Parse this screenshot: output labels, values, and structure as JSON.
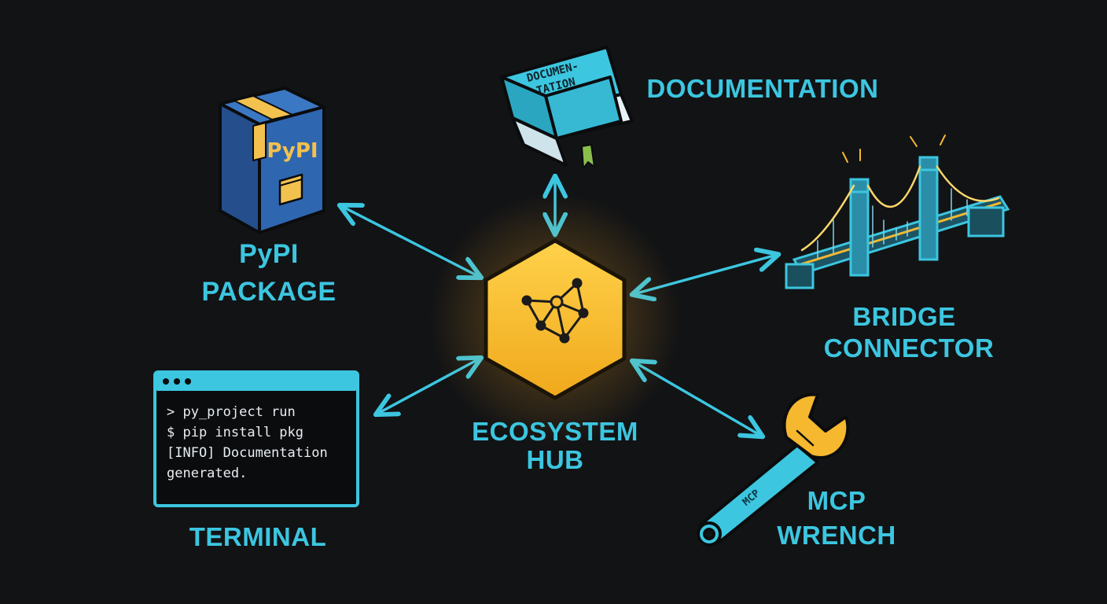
{
  "colors": {
    "background": "#121315",
    "accent_cyan": "#3cc6e0",
    "hub_yellow": "#f5b82e",
    "package_blue": "#2f66b0",
    "outline": "#0b0c0e"
  },
  "hub": {
    "label_line1": "ECOSYSTEM",
    "label_line2": "HUB",
    "icon": "network-graph-icon"
  },
  "nodes": {
    "pypi": {
      "label_line1": "PyPI",
      "label_line2": "PACKAGE",
      "box_text": "PyPI",
      "icon": "package-box-icon"
    },
    "documentation": {
      "label": "DOCUMENTATION",
      "cover_line1": "DOCUMEN-",
      "cover_line2": "TATION",
      "icon": "book-icon"
    },
    "bridge": {
      "label_line1": "BRIDGE",
      "label_line2": "CONNECTOR",
      "icon": "bridge-icon"
    },
    "terminal": {
      "label": "TERMINAL",
      "lines": [
        "> py_project run",
        "$ pip install pkg",
        "[INFO] Documentation",
        "generated."
      ],
      "icon": "terminal-window-icon"
    },
    "wrench": {
      "label_line1": "MCP",
      "label_line2": "WRENCH",
      "handle_text": "MCP",
      "icon": "wrench-icon"
    }
  }
}
